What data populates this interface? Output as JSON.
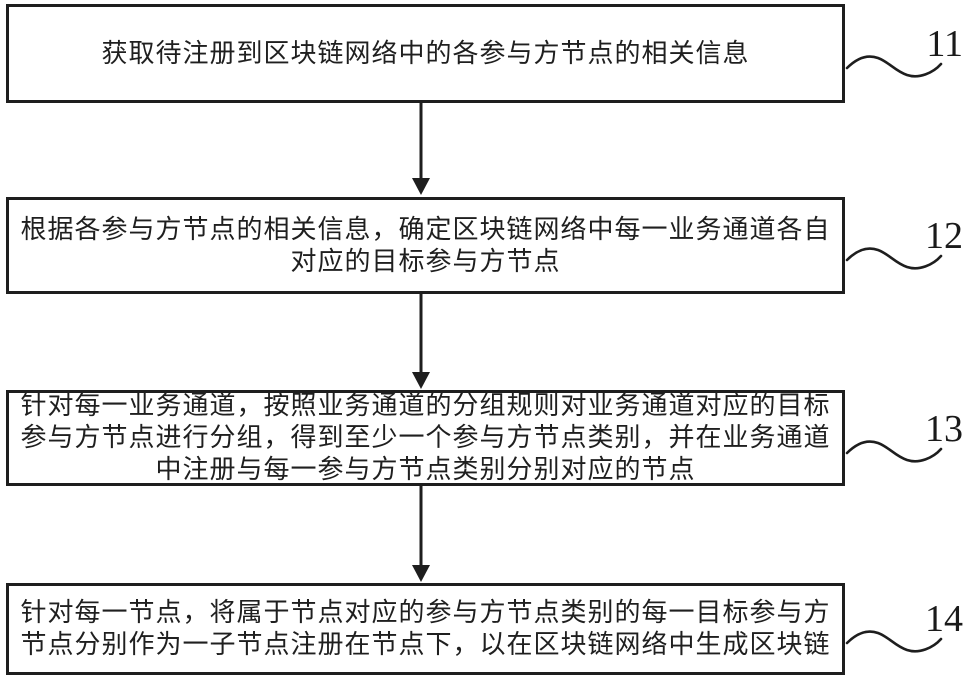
{
  "figure": {
    "type": "flowchart",
    "background_color": "#ffffff",
    "line_color": "#1e1e1e",
    "steps": [
      {
        "label": "11",
        "lines": [
          "获取待注册到区块链网络中的各参与方节点的相关信息"
        ]
      },
      {
        "label": "12",
        "lines": [
          "根据各参与方节点的相关信息，确定区块链网络中每一业务通道各自",
          "对应的目标参与方节点"
        ]
      },
      {
        "label": "13",
        "lines": [
          "针对每一业务通道，按照业务通道的分组规则对业务通道对应的目标",
          "参与方节点进行分组，得到至少一个参与方节点类别，并在业务通道",
          "中注册与每一参与方节点类别分别对应的节点"
        ]
      },
      {
        "label": "14",
        "lines": [
          "针对每一节点，将属于节点对应的参与方节点类别的每一目标参与方",
          "节点分别作为一子节点注册在节点下，以在区块链网络中生成区块链"
        ]
      }
    ],
    "connectors": [
      "arrow-down",
      "arrow-down",
      "arrow-down"
    ]
  }
}
